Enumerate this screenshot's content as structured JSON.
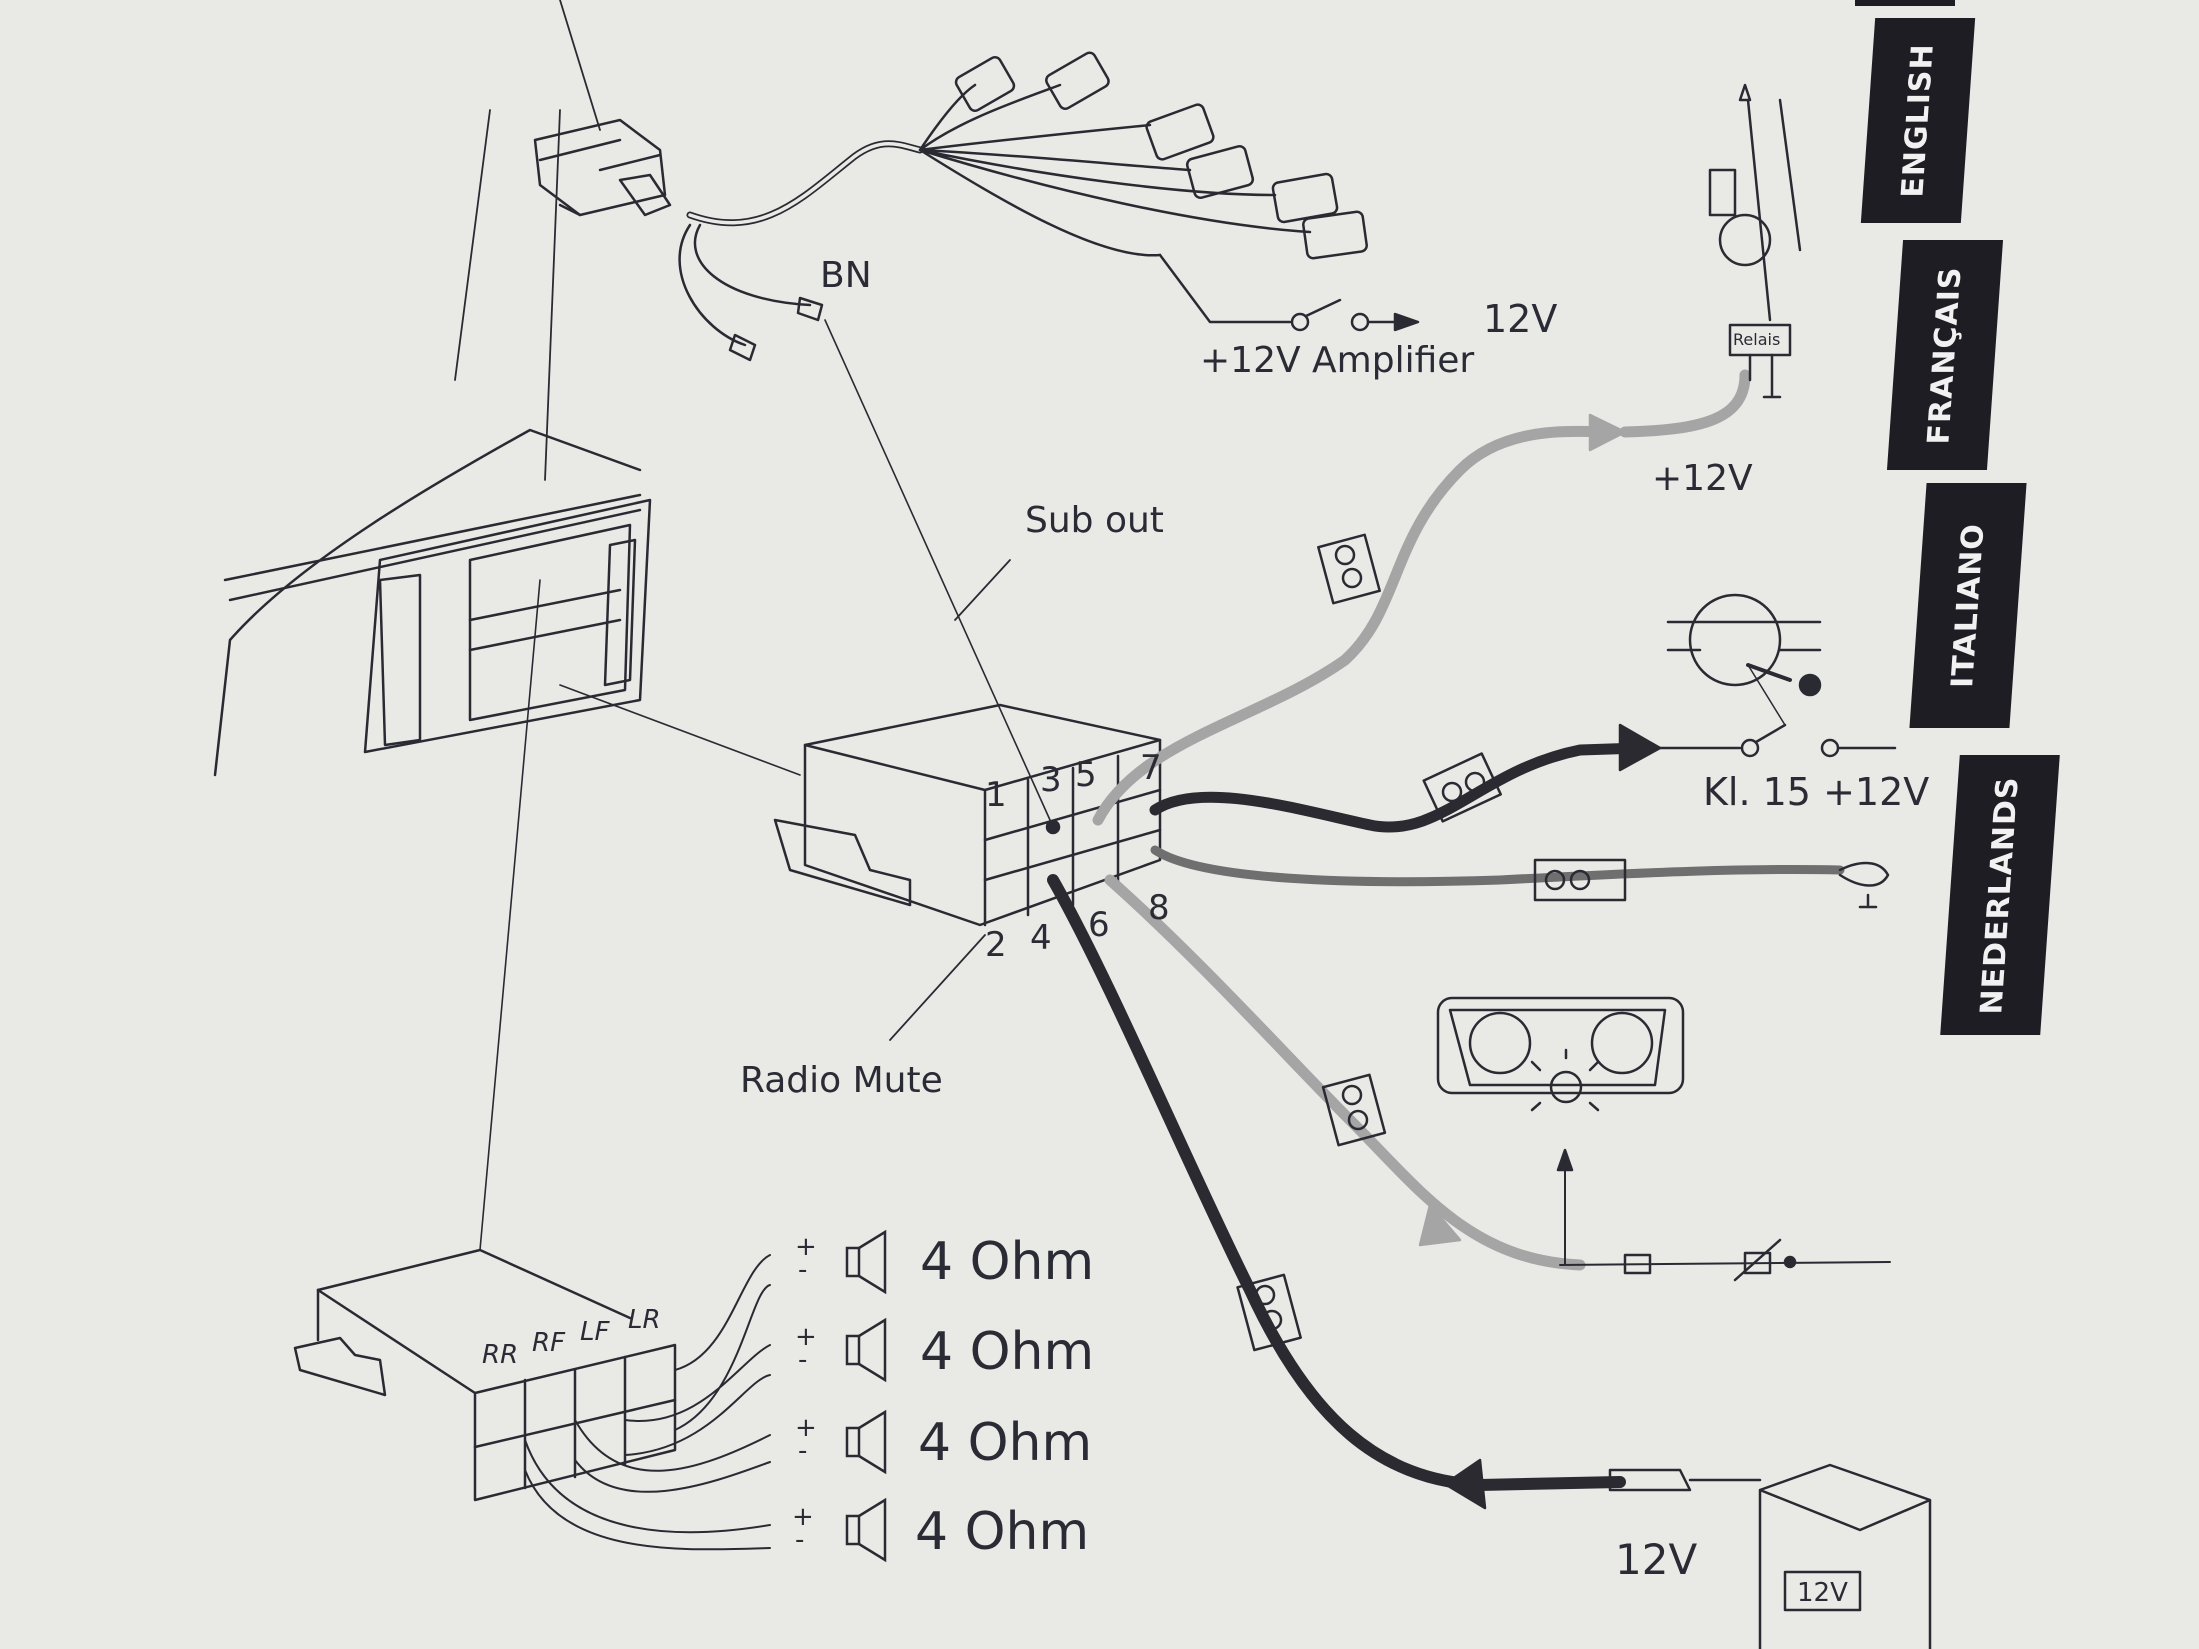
{
  "language_tabs": [
    {
      "label": "ENGLISH"
    },
    {
      "label": "FRANÇAIS"
    },
    {
      "label": "ITALIANO"
    },
    {
      "label": "NEDERLANDS"
    }
  ],
  "labels": {
    "bn": "BN",
    "amp_switch_voltage": "12V",
    "amplifier": "+12V Amplifier",
    "antenna_supply": "+12V",
    "antenna_relay": "Relais",
    "sub_out": "Sub out",
    "ignition": "Kl. 15 +12V",
    "radio_mute": "Radio Mute",
    "battery_voltage": "12V",
    "battery_badge": "12V"
  },
  "connector_pins": {
    "top": [
      "1",
      "3",
      "5",
      "7"
    ],
    "bottom": [
      "2",
      "4",
      "6",
      "8"
    ]
  },
  "speaker_connector": {
    "channels": [
      "RR",
      "RF",
      "LF",
      "LR"
    ]
  },
  "speakers": [
    {
      "plus": "+",
      "minus": "-",
      "impedance": "4 Ohm"
    },
    {
      "plus": "+",
      "minus": "-",
      "impedance": "4 Ohm"
    },
    {
      "plus": "+",
      "minus": "-",
      "impedance": "4 Ohm"
    },
    {
      "plus": "+",
      "minus": "-",
      "impedance": "4 Ohm"
    }
  ],
  "colors": {
    "paper": "#e9e9e6",
    "ink": "#2a2a33",
    "wire_black": "#2b2a30",
    "wire_gray": "#a5a5a5",
    "wire_dark_gray": "#6f6f6f",
    "tab_bg": "#1f1d24"
  }
}
